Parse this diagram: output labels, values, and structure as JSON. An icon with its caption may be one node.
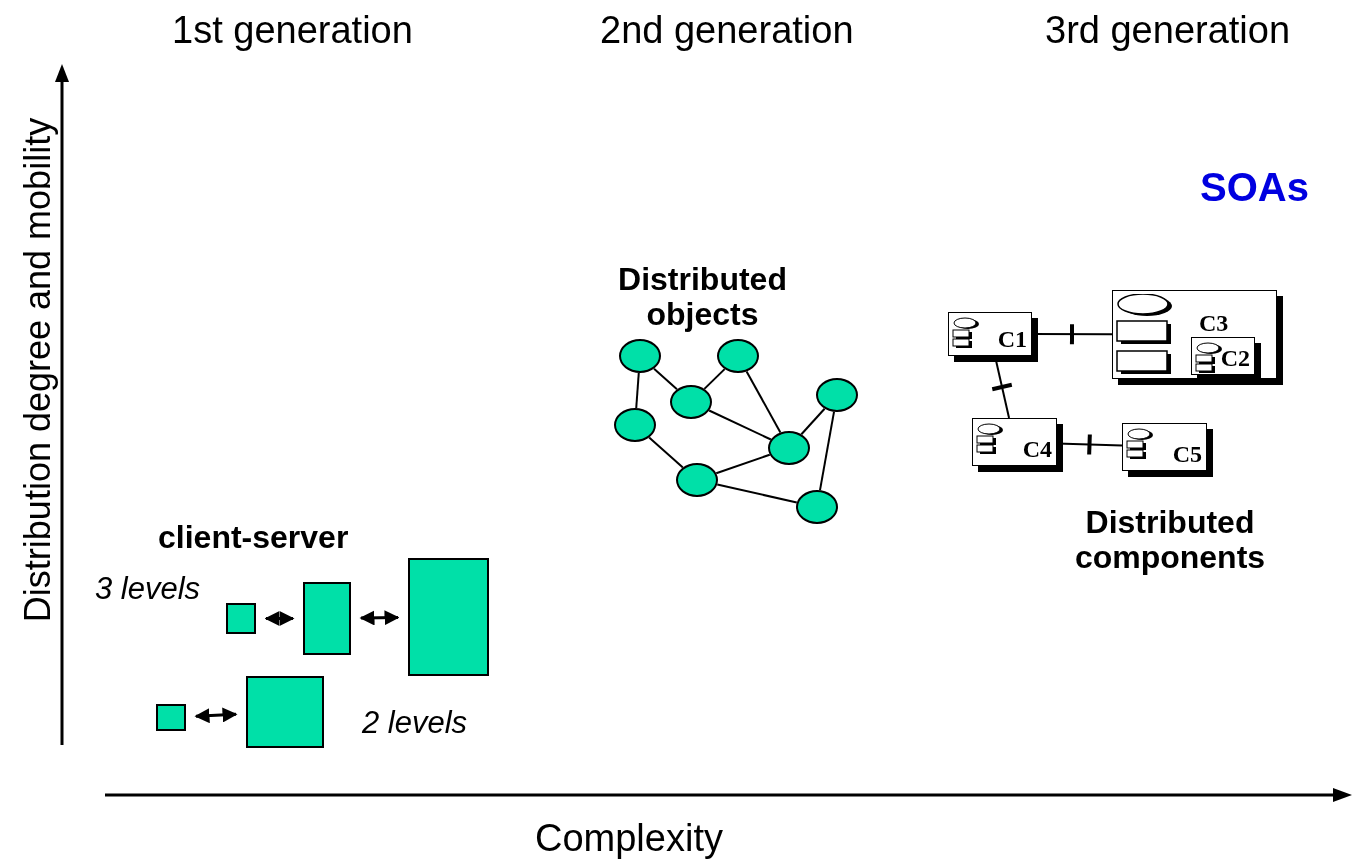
{
  "diagram": {
    "nodes": [
      {
        "text": [],
        "shape": "box"
      },
      {
        "text": [],
        "shape": "box"
      },
      {
        "text": [],
        "shape": "box"
      },
      {
        "text": [],
        "shape": "box"
      },
      {
        "text": [],
        "shape": "box"
      },
      {
        "text": [],
        "shape": "circle"
      },
      {
        "text": [],
        "shape": "circle"
      },
      {
        "text": [],
        "shape": "circle"
      },
      {
        "text": [],
        "shape": "circle"
      },
      {
        "text": [],
        "shape": "circle"
      },
      {
        "text": [],
        "shape": "circle"
      },
      {
        "text": [],
        "shape": "circle"
      },
      {
        "text": [],
        "shape": "circle"
      },
      {
        "text": [
          "C1"
        ]
      },
      {
        "text": [
          "C3"
        ]
      },
      {
        "text": [
          "C2"
        ],
        "in": 14
      },
      {
        "text": [
          "C4"
        ]
      },
      {
        "text": [
          "C5"
        ]
      }
    ],
    "edges": [
      {
        "from": 0,
        "to": 1,
        "arrow": "both"
      },
      {
        "from": 1,
        "to": 2,
        "arrow": "both"
      },
      {
        "from": 3,
        "to": 4,
        "arrow": "both"
      },
      {
        "from": 5,
        "to": 8,
        "arrow": "none"
      },
      {
        "from": 5,
        "to": 7,
        "arrow": "none"
      },
      {
        "from": 6,
        "to": 7,
        "arrow": "none"
      },
      {
        "from": 6,
        "to": 10,
        "arrow": "none"
      },
      {
        "from": 7,
        "to": 10,
        "arrow": "none"
      },
      {
        "from": 9,
        "to": 10,
        "arrow": "none"
      },
      {
        "from": 9,
        "to": 12,
        "arrow": "none"
      },
      {
        "from": 8,
        "to": 11,
        "arrow": "none"
      },
      {
        "from": 11,
        "to": 10,
        "arrow": "none"
      },
      {
        "from": 11,
        "to": 12,
        "arrow": "none"
      },
      {
        "from": 13,
        "to": 14,
        "arrow": "none"
      },
      {
        "from": 13,
        "to": 16,
        "arrow": "none"
      },
      {
        "from": 16,
        "to": 17,
        "arrow": "none"
      }
    ],
    "labels": [
      "1st generation",
      "2nd generation",
      "3rd generation",
      "Distribution degree and mobility",
      "SOAs",
      "Distributed objects",
      "Distributed components",
      "client-server",
      "3 levels",
      "2 levels",
      "Complexity"
    ]
  }
}
